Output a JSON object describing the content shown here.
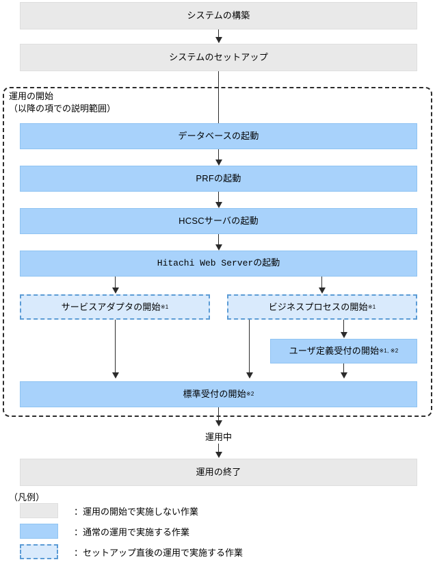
{
  "diagram": {
    "title_nodes": {
      "build": "システムの構築",
      "setup": "システムのセットアップ",
      "end": "運用の終了"
    },
    "group": {
      "label_line1": "運用の開始",
      "label_line2": "（以降の項での説明範囲）"
    },
    "steps": [
      {
        "id": "database",
        "label": "データベースの起動",
        "sup": "",
        "style": "blue"
      },
      {
        "id": "prf",
        "label": "PRFの起動",
        "sup": "",
        "style": "blue"
      },
      {
        "id": "hcsc",
        "label": "HCSCサーバの起動",
        "sup": "",
        "style": "blue"
      },
      {
        "id": "hws",
        "label": "Hitachi Web Serverの起動",
        "sup": "",
        "style": "blue"
      },
      {
        "id": "service-adapter",
        "label": "サービスアダプタの開始",
        "sup": "※1",
        "style": "dashed"
      },
      {
        "id": "business-process",
        "label": "ビジネスプロセスの開始",
        "sup": "※1",
        "style": "dashed"
      },
      {
        "id": "user-defined-reception",
        "label": "ユーザ定義受付の開始",
        "sup": "※1, ※2",
        "style": "blue"
      },
      {
        "id": "standard-reception",
        "label": "標準受付の開始",
        "sup": "※2",
        "style": "blue"
      }
    ],
    "edge_labels": {
      "in_operation": "運用中"
    },
    "legend": {
      "title": "（凡例）",
      "items": [
        {
          "swatch": "gray",
          "text": "：運用の開始で実施しない作業"
        },
        {
          "swatch": "blue",
          "text": "：通常の運用で実施する作業"
        },
        {
          "swatch": "dashed",
          "text": "：セットアップ直後の運用で実施する作業"
        }
      ]
    },
    "colors": {
      "gray_fill": "#e9e9e9",
      "blue_fill": "#a8d2fb",
      "light_blue_fill": "#d9eafc",
      "dashed_blue_border": "#5b9bd5",
      "line": "#2b2b2b"
    }
  }
}
